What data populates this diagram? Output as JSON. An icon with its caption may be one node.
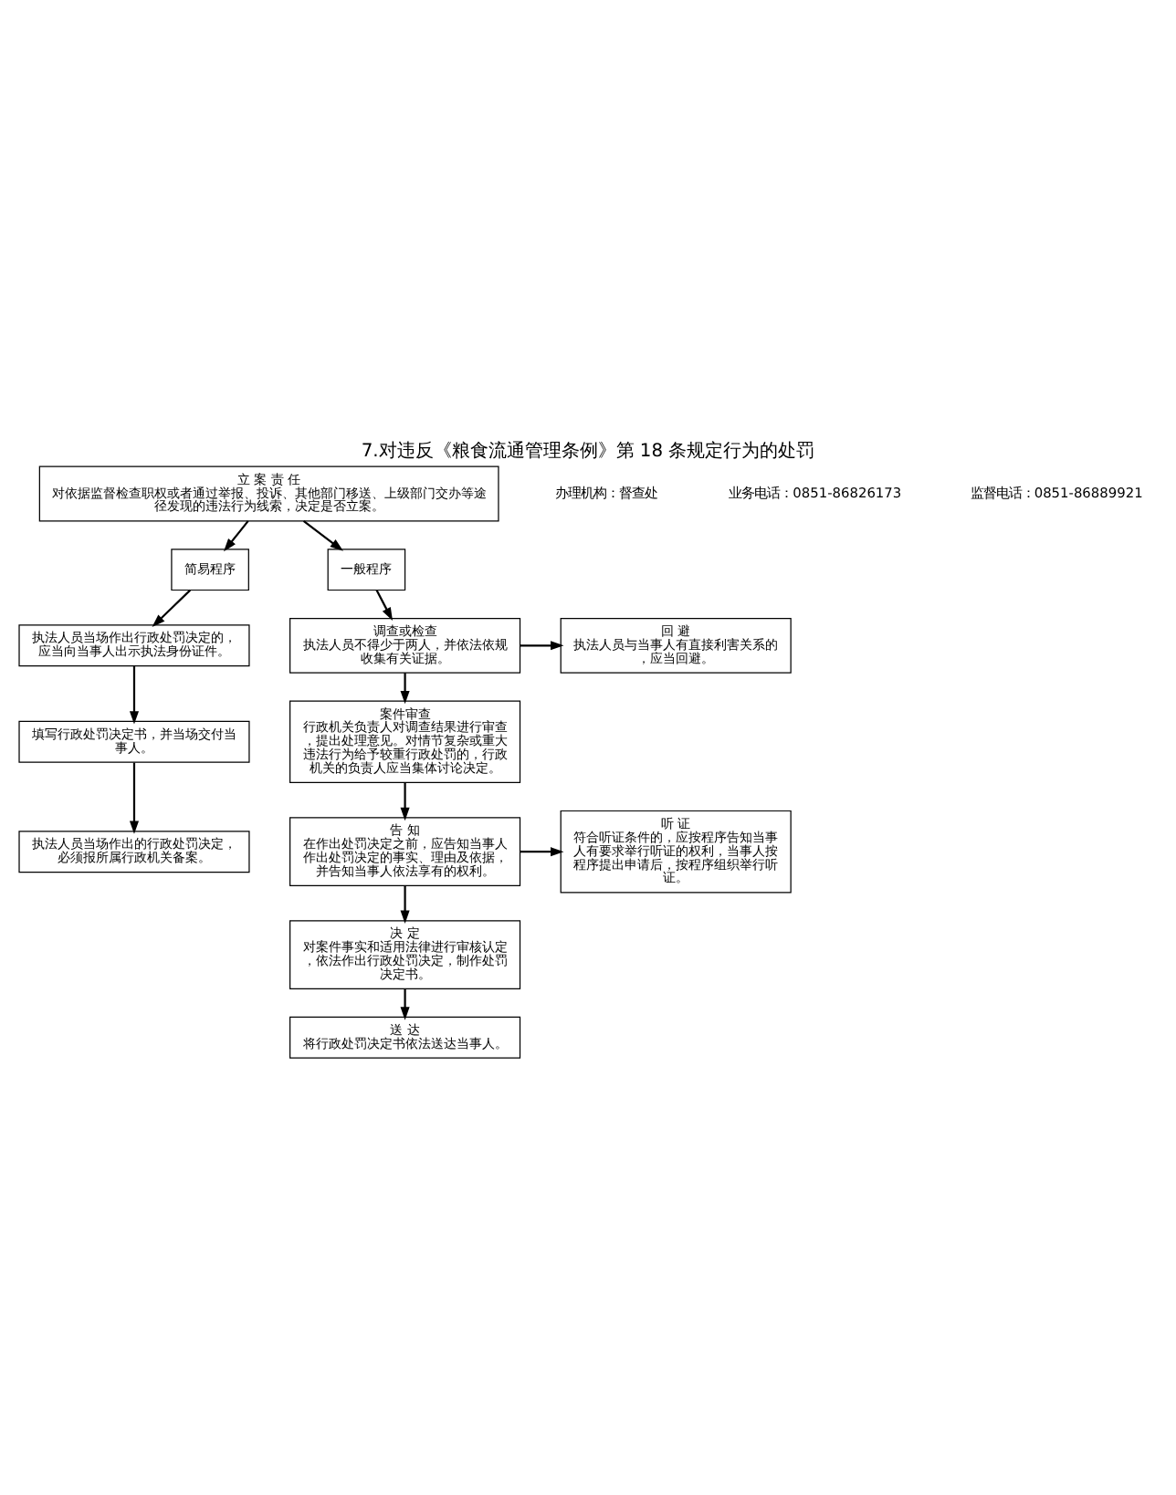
{
  "diagram": {
    "title": "7.对违反《粮食流通管理条例》第 18 条规定行为的处罚",
    "nodes": [
      {
        "text": [
          "立 案 责 任",
          "对依据监督检查职权或者通过举报、投诉、其他部门移送、上级部门交办等途径发现的违法行为线索，决定是否立案。"
        ]
      },
      {
        "text": [
          "简易程序"
        ]
      },
      {
        "text": [
          "一般程序"
        ]
      },
      {
        "text": [
          "执法人员当场作出行政处罚决定的，应当向当事人出示执法身份证件。"
        ]
      },
      {
        "text": [
          "填写行政处罚决定书，并当场交付当事人。"
        ]
      },
      {
        "text": [
          "执法人员当场作出的行政处罚决定，必须报所属行政机关备案。"
        ]
      },
      {
        "text": [
          "调查或检查",
          "执法人员不得少于两人，并依法依规收集有关证据。"
        ]
      },
      {
        "text": [
          "回 避",
          "执法人员与当事人有直接利害关系的，应当回避。"
        ]
      },
      {
        "text": [
          "案件审查",
          "行政机关负责人对调查结果进行审查，提出处理意见。对情节复杂或重大违法行为给予较重行政处罚的，行政机关的负责人应当集体讨论决定。"
        ]
      },
      {
        "text": [
          "告 知",
          "在作出处罚决定之前，应告知当事人作出处罚决定的事实、理由及依据，并告知当事人依法享有的权利。"
        ]
      },
      {
        "text": [
          "听 证",
          "符合听证条件的，应按程序告知当事人有要求举行听证的权利，当事人按程序提出申请后，按程序组织举行听证。"
        ]
      },
      {
        "text": [
          "决 定",
          "对案件事实和适用法律进行审核认定，依法作出行政处罚决定，制作处罚决定书。"
        ]
      },
      {
        "text": [
          "送 达",
          "将行政处罚决定书依法送达当事人。"
        ]
      }
    ],
    "edges": [
      {
        "from": 0,
        "to": 1,
        "arrow": "to"
      },
      {
        "from": 0,
        "to": 2,
        "arrow": "to"
      },
      {
        "from": 1,
        "to": 3,
        "arrow": "to"
      },
      {
        "from": 3,
        "to": 4,
        "arrow": "to"
      },
      {
        "from": 4,
        "to": 5,
        "arrow": "to"
      },
      {
        "from": 2,
        "to": 6,
        "arrow": "to"
      },
      {
        "from": 6,
        "to": 7,
        "arrow": "to"
      },
      {
        "from": 6,
        "to": 8,
        "arrow": "to"
      },
      {
        "from": 8,
        "to": 9,
        "arrow": "to"
      },
      {
        "from": 9,
        "to": 10,
        "arrow": "to"
      },
      {
        "from": 9,
        "to": 11,
        "arrow": "to"
      },
      {
        "from": 11,
        "to": 12,
        "arrow": "to"
      }
    ],
    "labels": [
      "办理机构：督查处",
      "业务电话：0851-86826173",
      "监督电话：0851-86889921"
    ]
  }
}
